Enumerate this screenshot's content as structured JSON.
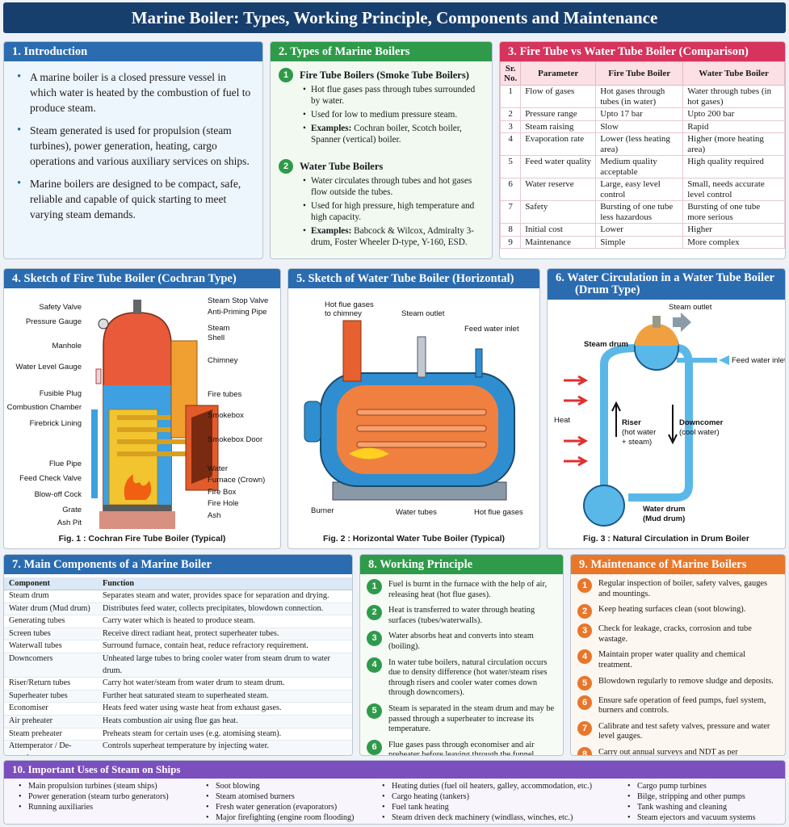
{
  "title": "Marine Boiler: Types, Working Principle, Components and Maintenance",
  "intro": {
    "heading": "1.  Introduction",
    "points": [
      "A marine boiler is a closed pressure vessel in which water is heated by the combustion of fuel to produce steam.",
      "Steam generated is used for propulsion (steam turbines), power generation, heating, cargo operations and various auxiliary services on ships.",
      "Marine boilers are designed to be compact, safe, reliable and capable of quick starting to meet varying steam demands."
    ]
  },
  "types": {
    "heading": "2.  Types of Marine Boilers",
    "fire": {
      "num": "1",
      "title": "Fire Tube Boilers (Smoke Tube Boilers)",
      "p1": "Hot flue gases pass through tubes surrounded by water.",
      "p2": "Used for low to medium pressure steam.",
      "ex_label": "Examples:",
      "ex": " Cochran boiler, Scotch boiler, Spanner (vertical) boiler."
    },
    "water": {
      "num": "2",
      "title": "Water Tube Boilers",
      "p1": "Water circulates through tubes and hot gases flow outside the tubes.",
      "p2": "Used for high pressure, high temperature and high capacity.",
      "ex_label": "Examples:",
      "ex": " Babcock & Wilcox, Admiralty 3-drum, Foster Wheeler D-type, Y-160, ESD."
    }
  },
  "compare": {
    "heading": "3.  Fire Tube vs Water Tube Boiler (Comparison)",
    "headers": [
      "Sr. No.",
      "Parameter",
      "Fire Tube Boiler",
      "Water Tube Boiler"
    ],
    "rows": [
      [
        "1",
        "Flow of gases",
        "Hot gases through tubes (in water)",
        "Water through tubes (in hot gases)"
      ],
      [
        "2",
        "Pressure range",
        "Upto 17 bar",
        "Upto 200 bar"
      ],
      [
        "3",
        "Steam raising",
        "Slow",
        "Rapid"
      ],
      [
        "4",
        "Evaporation rate",
        "Lower (less heating area)",
        "Higher (more heating area)"
      ],
      [
        "5",
        "Feed water quality",
        "Medium quality acceptable",
        "High quality required"
      ],
      [
        "6",
        "Water reserve",
        "Large, easy level control",
        "Small, needs accurate level control"
      ],
      [
        "7",
        "Safety",
        "Bursting of one tube less hazardous",
        "Bursting of one tube more serious"
      ],
      [
        "8",
        "Initial cost",
        "Lower",
        "Higher"
      ],
      [
        "9",
        "Maintenance",
        "Simple",
        "More complex"
      ]
    ]
  },
  "sketch1": {
    "heading": "4.  Sketch of Fire Tube Boiler (Cochran Type)",
    "caption": "Fig. 1 : Cochran Fire Tube Boiler (Typical)",
    "left": [
      "Safety Valve",
      "Pressure Gauge",
      "Manhole",
      "Water Level Gauge",
      "Fusible Plug",
      "Combustion Chamber",
      "Firebrick Lining",
      "Flue Pipe",
      "Feed Check Valve",
      "Blow-off Cock",
      "Grate",
      "Ash Pit"
    ],
    "right": [
      "Steam Stop Valve",
      "Anti-Priming Pipe",
      "Steam",
      "Shell",
      "Chimney",
      "Fire tubes",
      "Smokebox",
      "Smokebox Door",
      "Water",
      "Furnace (Crown)",
      "Fire Box",
      "Fire Hole",
      "Ash"
    ]
  },
  "sketch2": {
    "heading": "5.  Sketch of Water Tube Boiler (Horizontal)",
    "caption": "Fig. 2 : Horizontal Water Tube Boiler (Typical)",
    "flue1": "Hot flue gases",
    "flue2": "to chimney",
    "steam_outlet": "Steam outlet",
    "feed_inlet": "Feed water inlet",
    "burner": "Burner",
    "water_tubes": "Water tubes",
    "hot_flue": "Hot flue gases"
  },
  "sketch3": {
    "heading": "6.  Water Circulation in a Water Tube Boiler",
    "heading2": "(Drum Type)",
    "caption": "Fig. 3 : Natural Circulation in Drum Boiler",
    "steam_outlet": "Steam outlet",
    "steam_drum": "Steam drum",
    "feed_inlet": "Feed water inlet",
    "heat": "Heat",
    "riser1": "Riser",
    "riser2": "(hot water",
    "riser3": "+ steam)",
    "down1": "Downcomer",
    "down2": "(cool water)",
    "mud1": "Water drum",
    "mud2": "(Mud drum)"
  },
  "components": {
    "heading": "7.  Main Components of a Marine Boiler",
    "headers": [
      "Component",
      "Function"
    ],
    "rows": [
      [
        "Steam drum",
        "Separates steam and water, provides space for separation and drying."
      ],
      [
        "Water drum (Mud drum)",
        "Distributes feed water, collects precipitates, blowdown connection."
      ],
      [
        "Generating tubes",
        "Carry water which is heated to produce steam."
      ],
      [
        "Screen tubes",
        "Receive direct radiant heat, protect superheater tubes."
      ],
      [
        "Waterwall tubes",
        "Surround furnace, contain heat, reduce refractory requirement."
      ],
      [
        "Downcomers",
        "Unheated large tubes to bring cooler water from steam drum to water drum."
      ],
      [
        "Riser/Return tubes",
        "Carry hot water/steam from water drum to steam drum."
      ],
      [
        "Superheater tubes",
        "Further heat saturated steam to superheated steam."
      ],
      [
        "Economiser",
        "Heats feed water using waste heat from exhaust gases."
      ],
      [
        "Air preheater",
        "Heats combustion air using flue gas heat."
      ],
      [
        "Steam preheater",
        "Preheats steam for certain uses (e.g. atomising steam)."
      ],
      [
        "Attemperator / De-superheater",
        "Controls superheat temperature by injecting water."
      ]
    ]
  },
  "working": {
    "heading": "8.  Working Principle",
    "steps": [
      {
        "n": "1",
        "t": "Fuel is burnt in the furnace with the help of air, releasing heat (hot flue gases)."
      },
      {
        "n": "2",
        "t": "Heat is transferred to water through heating surfaces (tubes/waterwalls)."
      },
      {
        "n": "3",
        "t": "Water absorbs heat and converts into steam (boiling)."
      },
      {
        "n": "4",
        "t": "In water tube boilers, natural circulation occurs due to density difference (hot water/steam rises through risers and cooler water comes down through downcomers)."
      },
      {
        "n": "5",
        "t": "Steam is separated in the steam drum and may be passed through a superheater to increase its temperature."
      },
      {
        "n": "6",
        "t": "Flue gases pass through economiser and air preheater before leaving through the funnel."
      }
    ]
  },
  "maintenance": {
    "heading": "9.  Maintenance of Marine Boilers",
    "steps": [
      {
        "n": "1",
        "t": "Regular inspection of boiler, safety valves, gauges and mountings."
      },
      {
        "n": "2",
        "t": "Keep heating surfaces clean (soot blowing)."
      },
      {
        "n": "3",
        "t": "Check for leakage, cracks, corrosion and tube wastage."
      },
      {
        "n": "4",
        "t": "Maintain proper water quality and chemical treatment."
      },
      {
        "n": "5",
        "t": "Blowdown regularly to remove sludge and deposits."
      },
      {
        "n": "6",
        "t": "Ensure safe operation of feed pumps, fuel system, burners and controls."
      },
      {
        "n": "7",
        "t": "Calibrate and test safety valves, pressure and water level gauges."
      },
      {
        "n": "8",
        "t": "Carry out annual surveys and NDT as per classification society requirements."
      }
    ]
  },
  "uses": {
    "heading": "10.  Important Uses of Steam on Ships",
    "col1": [
      "Main propulsion turbines (steam ships)",
      "Power generation (steam turbo generators)",
      "Running auxiliaries"
    ],
    "col2": [
      "Soot blowing",
      "Steam atomised burners",
      "Fresh water generation (evaporators)",
      "Major firefighting (engine room flooding)"
    ],
    "col3": [
      "Heating duties (fuel oil heaters, galley, accommodation, etc.)",
      "Cargo heating (tankers)",
      "Fuel tank heating",
      "Steam driven deck machinery (windlass, winches, etc.)"
    ],
    "col4": [
      "Cargo pump turbines",
      "Bilge, stripping and other pumps",
      "Tank washing and cleaning",
      "Steam ejectors and vacuum systems"
    ]
  }
}
